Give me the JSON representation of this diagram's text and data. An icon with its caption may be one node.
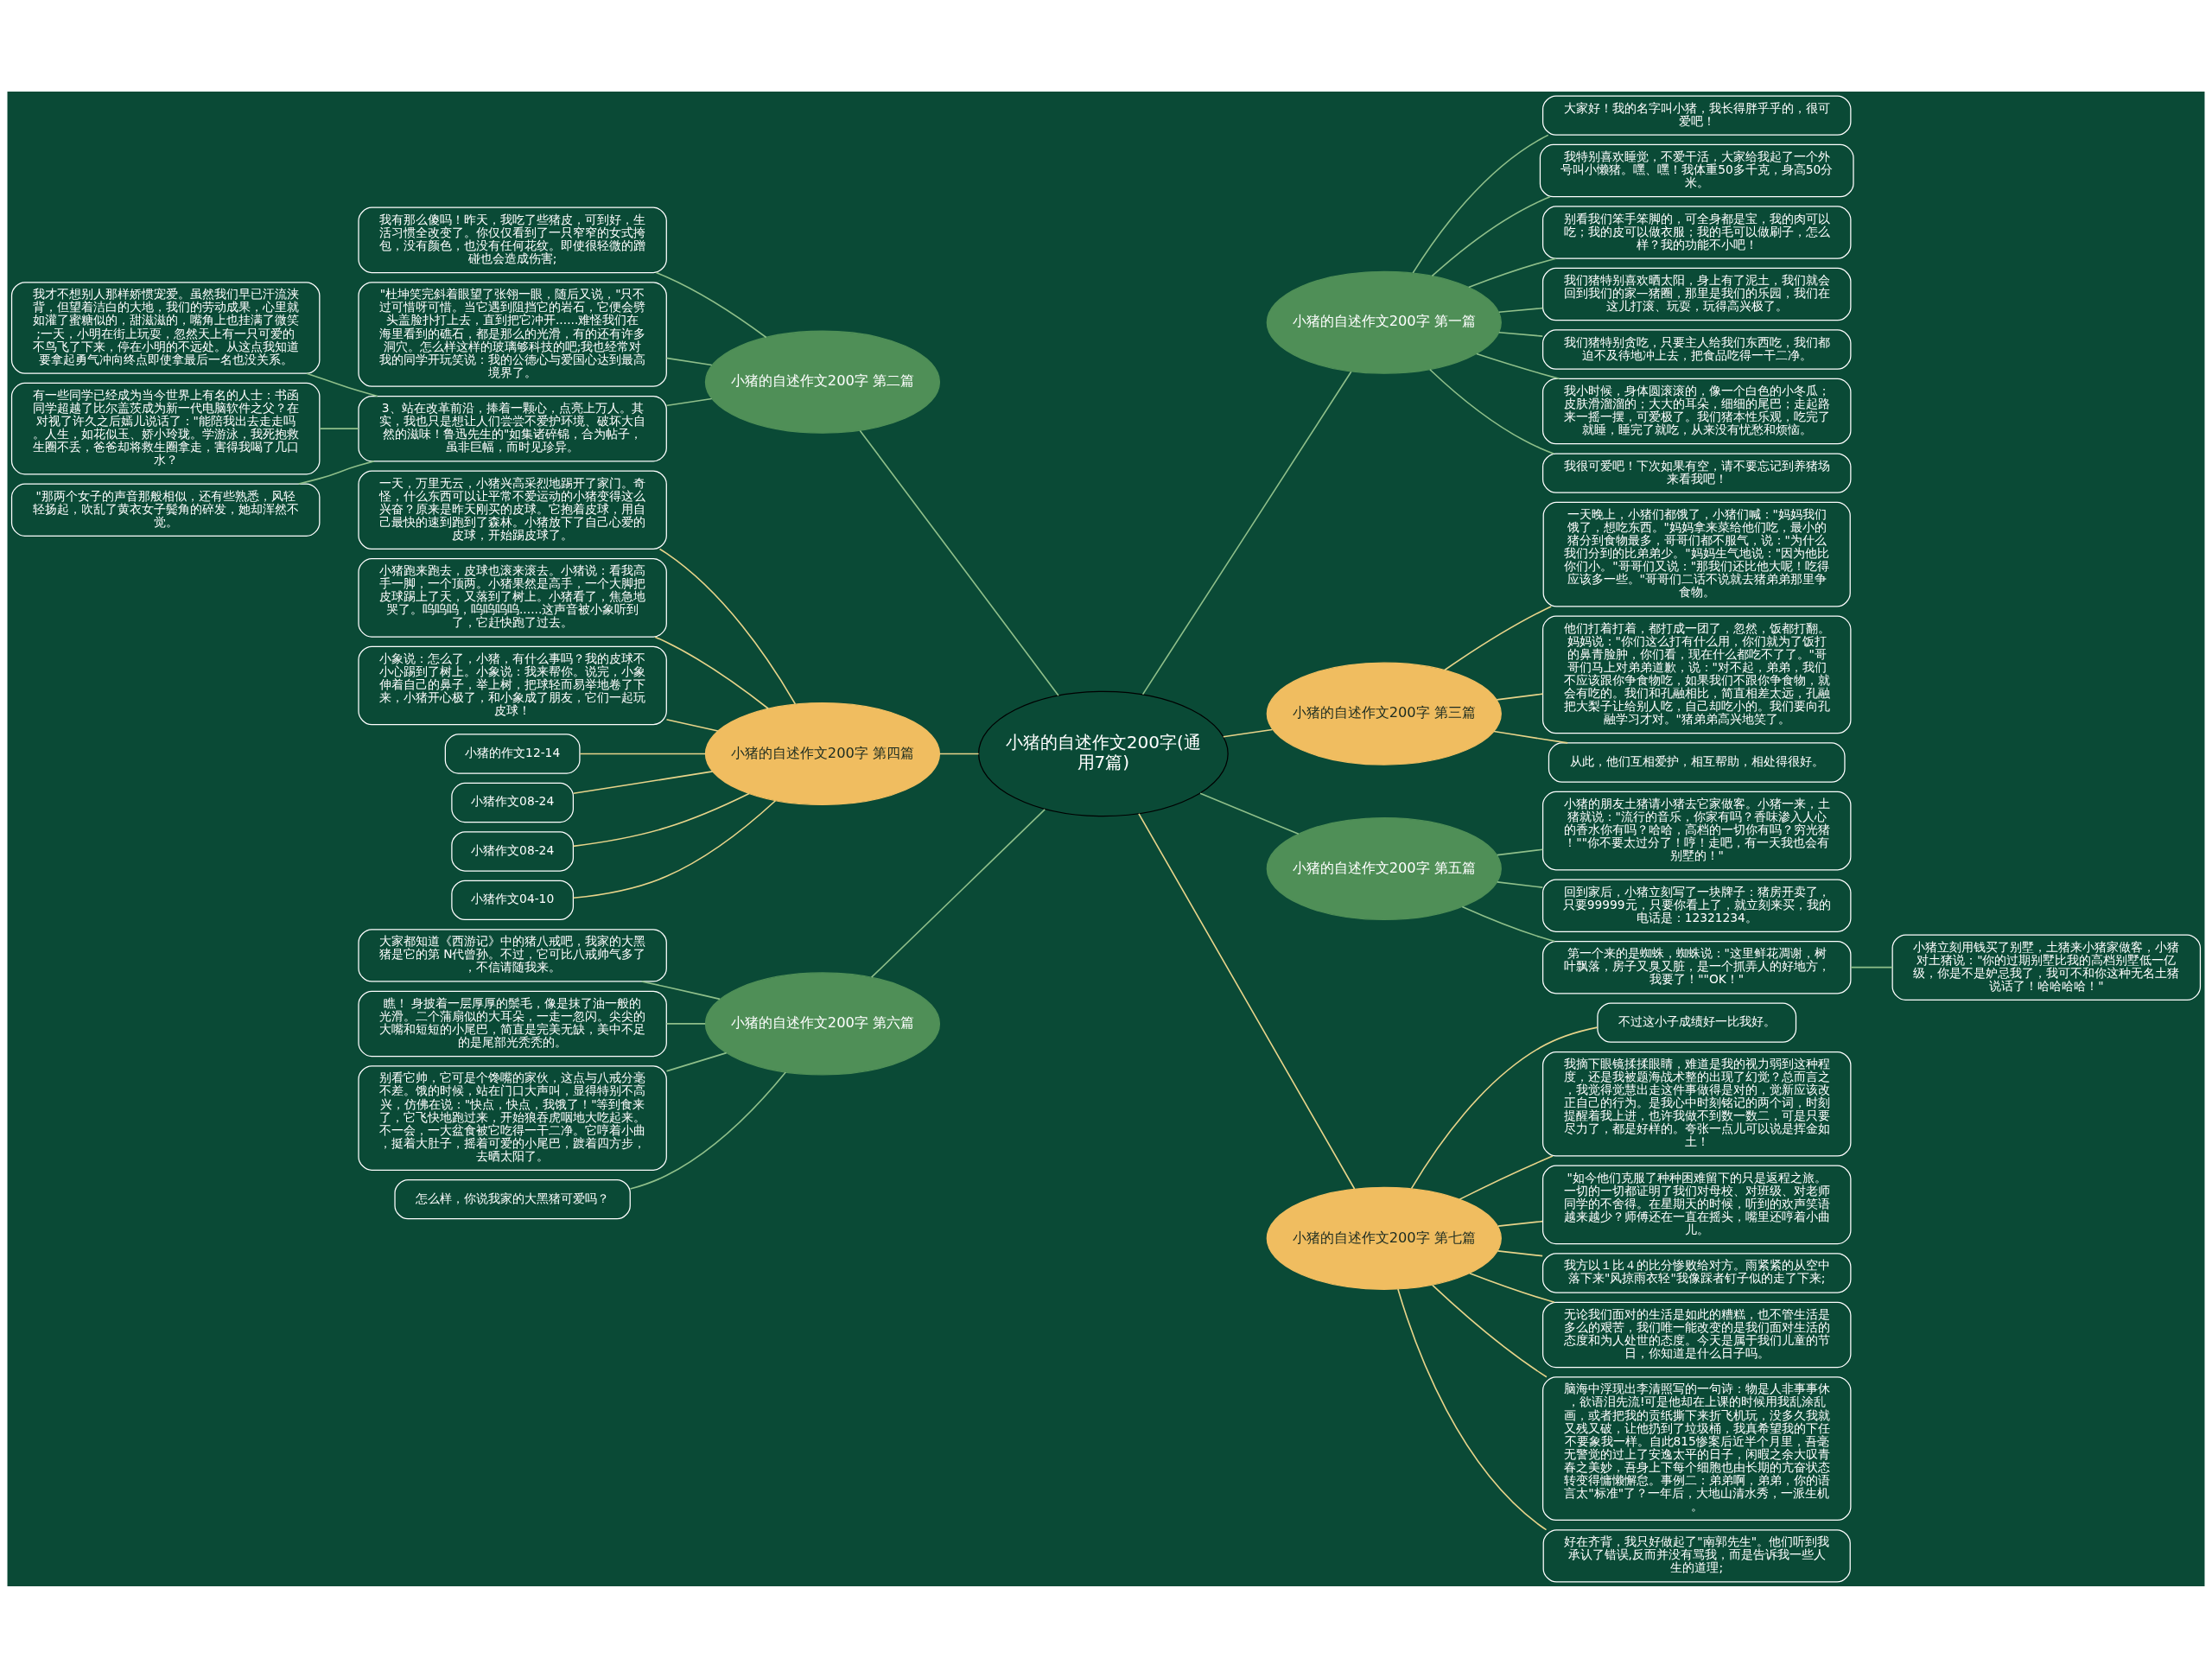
{
  "diagram": {
    "nodes": [
      {
        "text": [
          "小猪的自述作文200字(通用7篇)"
        ]
      },
      {
        "text": [
          "小猪的自述作文200字 第一篇"
        ]
      },
      {
        "text": [
          "大家好！我的名字叫小猪，我长得胖乎乎的，很可爱吧！"
        ]
      },
      {
        "text": [
          "我特别喜欢睡觉，不爱干活，大家给我起了一个外号叫小懒猪。嘿、嘿！我体重50多千克，身高50分米。"
        ]
      },
      {
        "text": [
          "别看我们笨手笨脚的，可全身都是宝，我的肉可以吃；我的皮可以做衣服；我的毛可以做刷子，怎么样？我的功能不小吧！"
        ]
      },
      {
        "text": [
          "我们猪特别喜欢晒太阳，身上有了泥土，我们就会回到我们的家—猪圈，那里是我们的乐园，我们在这儿打滚、玩耍，玩得高兴极了。"
        ]
      },
      {
        "text": [
          "我们猪特别贪吃，只要主人给我们东西吃，我们都迫不及待地冲上去，把食品吃得一干二净。"
        ]
      },
      {
        "text": [
          "我小时候，身体圆滚滚的，像一个白色的小冬瓜；皮肤滑溜溜的；大大的耳朵，细细的尾巴；走起路来一摇一摆，可爱极了。我们猪本性乐观，吃完了就睡，睡完了就吃，从来没有忧愁和烦恼。"
        ]
      },
      {
        "text": [
          "我很可爱吧！下次如果有空，请不要忘记到养猪场来看我吧！"
        ]
      },
      {
        "text": [
          "小猪的自述作文200字 第二篇"
        ]
      },
      {
        "text": [
          "我有那么傻吗！昨天，我吃了些猪皮，可到好，生活习惯全改变了。你仅仅看到了一只窄窄的女式挎包，没有颜色，也没有任何花纹。即使很轻微的蹭碰也会造成伤害;"
        ]
      },
      {
        "text": [
          "\"杜坤笑完斜着眼望了张翎一眼，随后又说，\"只不过可惜呀可惜。当它遇到阻挡它的岩石，它便会劈头盖脸扑打上去，直到把它冲开......难怪我们在海里看到的礁石，都是那么的光滑，有的还有许多洞穴。怎么样这样的玻璃够科技的吧;我也经常对我的同学开玩笑说：我的公德心与爱国心达到最高境界了。"
        ]
      },
      {
        "text": [
          "3、站在改革前沿，捧着一颗心，点亮上万人。其实，我也只是想让人们尝尝不爱护环境、破坏大自然的滋味！鲁迅先生的\"如集诸碎锦，合为帖子，虽非巨幅，而时见珍异。"
        ]
      },
      {
        "text": [
          "我才不想别人那样娇惯宠爱。虽然我们早已汗流浃背，但望着洁白的大地，我们的劳动成果，心里就如灌了蜜糖似的，甜滋滋的，嘴角上也挂满了微笑;一天，小明在街上玩耍，忽然天上有一只可爱的不鸟飞了下来，停在小明的不远处。从这点我知道要拿起勇气冲向终点即使拿最后一名也没关系。"
        ]
      },
      {
        "text": [
          "有一些同学已经成为当今世界上有名的人士：书函同学超越了比尔盖茨成为新一代电脑软件之父？在对视了许久之后嫣儿说话了：\"能陪我出去走走吗。人生，如花似玉、娇小玲珑。学游泳，我死抱救生圈不丢，爸爸却将救生圈拿走，害得我喝了几口水？"
        ]
      },
      {
        "text": [
          "\"那两个女子的声音那般相似，还有些熟悉，风轻轻扬起，吹乱了黄衣女子鬓角的碎发，她却浑然不觉。"
        ]
      },
      {
        "text": [
          "小猪的自述作文200字 第三篇"
        ]
      },
      {
        "text": [
          "一天晚上，小猪们都饿了，小猪们喊：\"妈妈我们饿了，想吃东西。\"妈妈拿来菜给他们吃，最小的猪分到食物最多，哥哥们都不服气，说：\"为什么我们分到的比弟弟少。\"妈妈生气地说：\"因为他比你们小。\"哥哥们又说：\"那我们还比他大呢！吃得应该多一些。\"哥哥们二话不说就去猪弟弟那里争食物。"
        ]
      },
      {
        "text": [
          "他们打着打着，都打成一团了，忽然，饭都打翻。妈妈说：\"你们这么打有什么用，你们就为了饭打的鼻青脸肿，你们看，现在什么都吃不了了。\"哥哥们马上对弟弟道歉，说：\"对不起，弟弟，我们不应该跟你争食物吃，如果我们不跟你争食物，就会有吃的。我们和孔融相比，简直相差太远，孔融把大梨子让给别人吃，自己却吃小的。我们要向孔融学习才对。\"猪弟弟高兴地笑了。"
        ]
      },
      {
        "text": [
          "从此，他们互相爱护，相互帮助，相处得很好。"
        ]
      },
      {
        "text": [
          "小猪的自述作文200字 第四篇"
        ]
      },
      {
        "text": [
          "一天，万里无云，小猪兴高采烈地踢开了家门。奇怪，什么东西可以让平常不爱运动的小猪变得这么兴奋？原来是昨天刚买的皮球。它抱着皮球，用自己最快的速到跑到了森林。小猪放下了自己心爱的皮球，开始踢皮球了。"
        ]
      },
      {
        "text": [
          "小猪跑来跑去，皮球也滚来滚去。小猪说：看我高手一脚，一个顶两。小猪果然是高手，一个大脚把皮球踢上了天，又落到了树上。小猪看了，焦急地哭了。呜呜呜，呜呜呜呜......这声音被小象听到了，它赶快跑了过去。"
        ]
      },
      {
        "text": [
          "小象说：怎么了，小猪，有什么事吗？我的皮球不小心踢到了树上。小象说：我来帮你。说完，小象伸着自己的鼻子，举上树，把球轻而易举地卷了下来，小猪开心极了，和小象成了朋友，它们一起玩皮球！"
        ]
      },
      {
        "text": [
          "小猪的作文12-14"
        ]
      },
      {
        "text": [
          "小猪作文08-24"
        ]
      },
      {
        "text": [
          "小猪作文08-24"
        ]
      },
      {
        "text": [
          "小猪作文04-10"
        ]
      },
      {
        "text": [
          "小猪的自述作文200字 第五篇"
        ]
      },
      {
        "text": [
          "小猪的朋友土猪请小猪去它家做客。小猪一来，土猪就说：\"流行的音乐，你家有吗？香味渗入人心的香水你有吗？哈哈，高档的一切你有吗？穷光猪！\"\"你不要太过分了！哼！走吧，有一天我也会有别墅的！\""
        ]
      },
      {
        "text": [
          "回到家后，小猪立刻写了一块牌子：猪房开卖了，只要99999元，只要你看上了，就立刻来买，我的电话是：12321234。"
        ]
      },
      {
        "text": [
          "第一个来的是蜘蛛，蜘蛛说：\"这里鲜花凋谢，树叶飘落，房子又臭又脏，是一个抓弄人的好地方，我要了！\"\"OK！\""
        ]
      },
      {
        "text": [
          "小猪立刻用钱买了别墅，土猪来小猪家做客，小猪对土猪说：\"你的过期别墅比我的高档别墅低一亿级，你是不是妒忌我了，我可不和你这种无名土猪说话了！哈哈哈哈！\""
        ]
      },
      {
        "text": [
          "小猪的自述作文200字 第六篇"
        ]
      },
      {
        "text": [
          "大家都知道《西游记》中的猪八戒吧，我家的大黑猪是它的第 N代曾孙。不过，它可比八戒帅气多了，不信请随我来。"
        ]
      },
      {
        "text": [
          "瞧！ 身披着一层厚厚的鬃毛，像是抹了油一般的光滑。二个蒲扇似的大耳朵，一走一忽闪。尖尖的大嘴和短短的小尾巴，简直是完美无缺，美中不足的是尾部光秃秃的。"
        ]
      },
      {
        "text": [
          "别看它帅，它可是个馋嘴的家伙，这点与八戒分毫不差。饿的时候，站在门口大声叫，显得特别不高兴，仿佛在说：\"快点，快点，我饿了！\"等到食来了，它飞快地跑过来，开始狼吞虎咽地大吃起来。不一会，一大盆食被它吃得一干二净。它哼着小曲，挺着大肚子，摇着可爱的小尾巴，踱着四方步，去晒太阳了。"
        ]
      },
      {
        "text": [
          "怎么样，你说我家的大黑猪可爱吗？"
        ]
      },
      {
        "text": [
          "小猪的自述作文200字 第七篇"
        ]
      },
      {
        "text": [
          "不过这小子成绩好一比我好。"
        ]
      },
      {
        "text": [
          "我摘下眼镜揉揉眼睛，难道是我的视力弱到这种程度，还是我被题海战术整的出现了幻觉？总而言之，我觉得觉慧出走这件事做得是对的，觉新应该改正自己的行为。是我心中时刻铭记的两个词，时刻提醒着我上进，也许我做不到数一数二，可是只要尽力了，都是好样的。夸张一点儿可以说是挥金如土！"
        ]
      },
      {
        "text": [
          "\"如今他们克服了种种困难留下的只是返程之旅。一切的一切都证明了我们对母校、对班级、对老师同学的不舍得。在星期天的时候，听到的欢声笑语越来越少？师傅还在一直在摇头，嘴里还哼着小曲儿。"
        ]
      },
      {
        "text": [
          "我方以１比４的比分惨败给对方。雨紧紧的从空中落下来\"风掠雨衣轻\"我像踩者钉子似的走了下来;"
        ]
      },
      {
        "text": [
          "无论我们面对的生活是如此的糟糕，也不管生活是多么的艰苦，我们唯一能改变的是我们面对生活的态度和为人处世的态度。今天是属于我们儿童的节日，你知道是什么日子吗。"
        ]
      },
      {
        "text": [
          "脑海中浮现出李清照写的一句诗：物是人非事事休，欲语泪先流!可是他却在上课的时候用我乱涂乱画，或者把我的贡纸撕下来折飞机玩，没多久我就又残又破，让他扔到了垃圾桶，我真希望我的下任不要象我一样。自此815惨案后近半个月里，吾毫无警觉的过上了安逸太平的日子，闲暇之余大叹青春之美妙，吾身上下每个细胞也由长期的亢奋状态转变得慵懒懈怠。事例二：弟弟啊，弟弟，你的语言太\"标准\"了？一年后，大地山清水秀，一派生机。"
        ]
      },
      {
        "text": [
          "好在齐背，我只好做起了\"南郭先生\"。他们听到我承认了错误,反而并没有骂我，而是告诉我一些人生的道理;"
        ]
      }
    ],
    "edges": [
      {
        "from": 0,
        "to": 1,
        "arrow": "none"
      },
      {
        "from": 1,
        "to": 2,
        "arrow": "none"
      },
      {
        "from": 1,
        "to": 3,
        "arrow": "none"
      },
      {
        "from": 1,
        "to": 4,
        "arrow": "none"
      },
      {
        "from": 1,
        "to": 5,
        "arrow": "none"
      },
      {
        "from": 1,
        "to": 6,
        "arrow": "none"
      },
      {
        "from": 1,
        "to": 7,
        "arrow": "none"
      },
      {
        "from": 1,
        "to": 8,
        "arrow": "none"
      },
      {
        "from": 0,
        "to": 9,
        "arrow": "none"
      },
      {
        "from": 9,
        "to": 10,
        "arrow": "none"
      },
      {
        "from": 9,
        "to": 11,
        "arrow": "none"
      },
      {
        "from": 9,
        "to": 12,
        "arrow": "none"
      },
      {
        "from": 12,
        "to": 13,
        "arrow": "none"
      },
      {
        "from": 12,
        "to": 14,
        "arrow": "none"
      },
      {
        "from": 12,
        "to": 15,
        "arrow": "none"
      },
      {
        "from": 0,
        "to": 16,
        "arrow": "none",
        "color": "#e8d48a"
      },
      {
        "from": 16,
        "to": 17,
        "arrow": "none",
        "color": "#e8d48a"
      },
      {
        "from": 16,
        "to": 18,
        "arrow": "none",
        "color": "#e8d48a"
      },
      {
        "from": 16,
        "to": 19,
        "arrow": "none",
        "color": "#e8d48a"
      },
      {
        "from": 0,
        "to": 20,
        "arrow": "none",
        "color": "#e8d48a"
      },
      {
        "from": 20,
        "to": 21,
        "arrow": "none",
        "color": "#e8d48a"
      },
      {
        "from": 20,
        "to": 22,
        "arrow": "none",
        "color": "#e8d48a"
      },
      {
        "from": 20,
        "to": 23,
        "arrow": "none",
        "color": "#e8d48a"
      },
      {
        "from": 20,
        "to": 24,
        "arrow": "none",
        "color": "#e8d48a"
      },
      {
        "from": 20,
        "to": 25,
        "arrow": "none",
        "color": "#e8d48a"
      },
      {
        "from": 20,
        "to": 26,
        "arrow": "none",
        "color": "#e8d48a"
      },
      {
        "from": 20,
        "to": 27,
        "arrow": "none",
        "color": "#e8d48a"
      },
      {
        "from": 0,
        "to": 28,
        "arrow": "none"
      },
      {
        "from": 28,
        "to": 29,
        "arrow": "none"
      },
      {
        "from": 28,
        "to": 30,
        "arrow": "none"
      },
      {
        "from": 28,
        "to": 31,
        "arrow": "none"
      },
      {
        "from": 31,
        "to": 32,
        "arrow": "none"
      },
      {
        "from": 0,
        "to": 33,
        "arrow": "none"
      },
      {
        "from": 33,
        "to": 34,
        "arrow": "none"
      },
      {
        "from": 33,
        "to": 35,
        "arrow": "none"
      },
      {
        "from": 33,
        "to": 36,
        "arrow": "none"
      },
      {
        "from": 33,
        "to": 37,
        "arrow": "none"
      },
      {
        "from": 0,
        "to": 38,
        "arrow": "none",
        "color": "#e8d48a"
      },
      {
        "from": 38,
        "to": 39,
        "arrow": "none",
        "color": "#e8d48a"
      },
      {
        "from": 38,
        "to": 40,
        "arrow": "none",
        "color": "#e8d48a"
      },
      {
        "from": 38,
        "to": 41,
        "arrow": "none",
        "color": "#e8d48a"
      },
      {
        "from": 38,
        "to": 42,
        "arrow": "none",
        "color": "#e8d48a"
      },
      {
        "from": 38,
        "to": 43,
        "arrow": "none",
        "color": "#e8d48a"
      },
      {
        "from": 38,
        "to": 44,
        "arrow": "none",
        "color": "#e8d48a"
      },
      {
        "from": 38,
        "to": 45,
        "arrow": "none",
        "color": "#e8d48a"
      }
    ]
  }
}
